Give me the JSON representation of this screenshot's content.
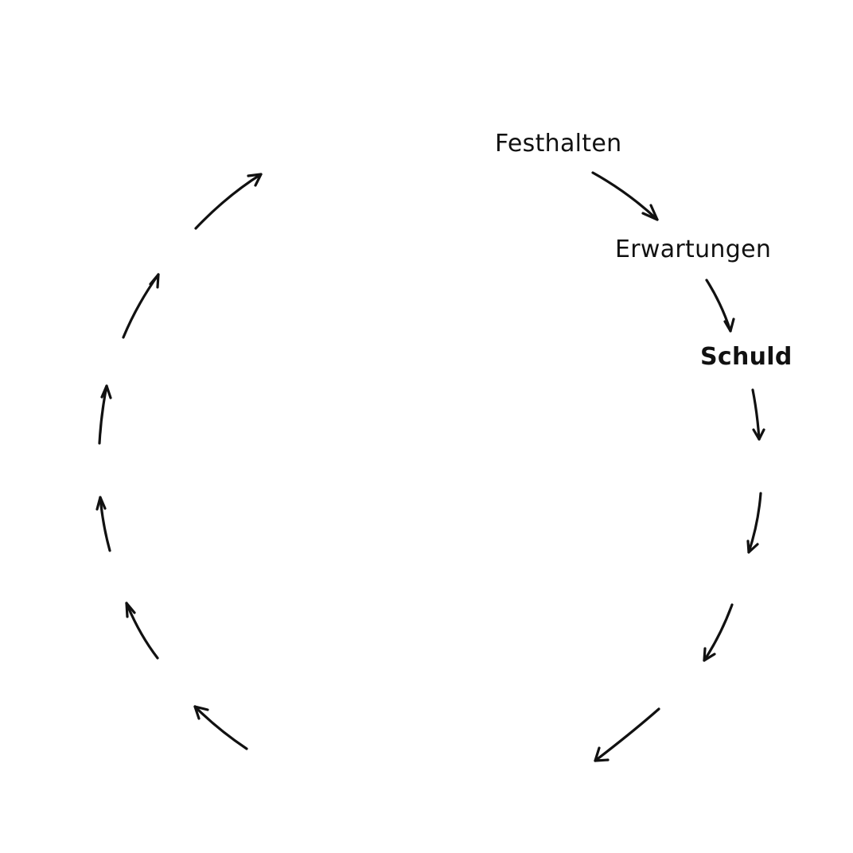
{
  "diagram": {
    "type": "cycle",
    "labels": {
      "festhalten": "Festhalten",
      "erwartungen": "Erwartungen",
      "schuld": "Schuld"
    },
    "stroke_color": "#111111",
    "background_color": "#ffffff"
  }
}
